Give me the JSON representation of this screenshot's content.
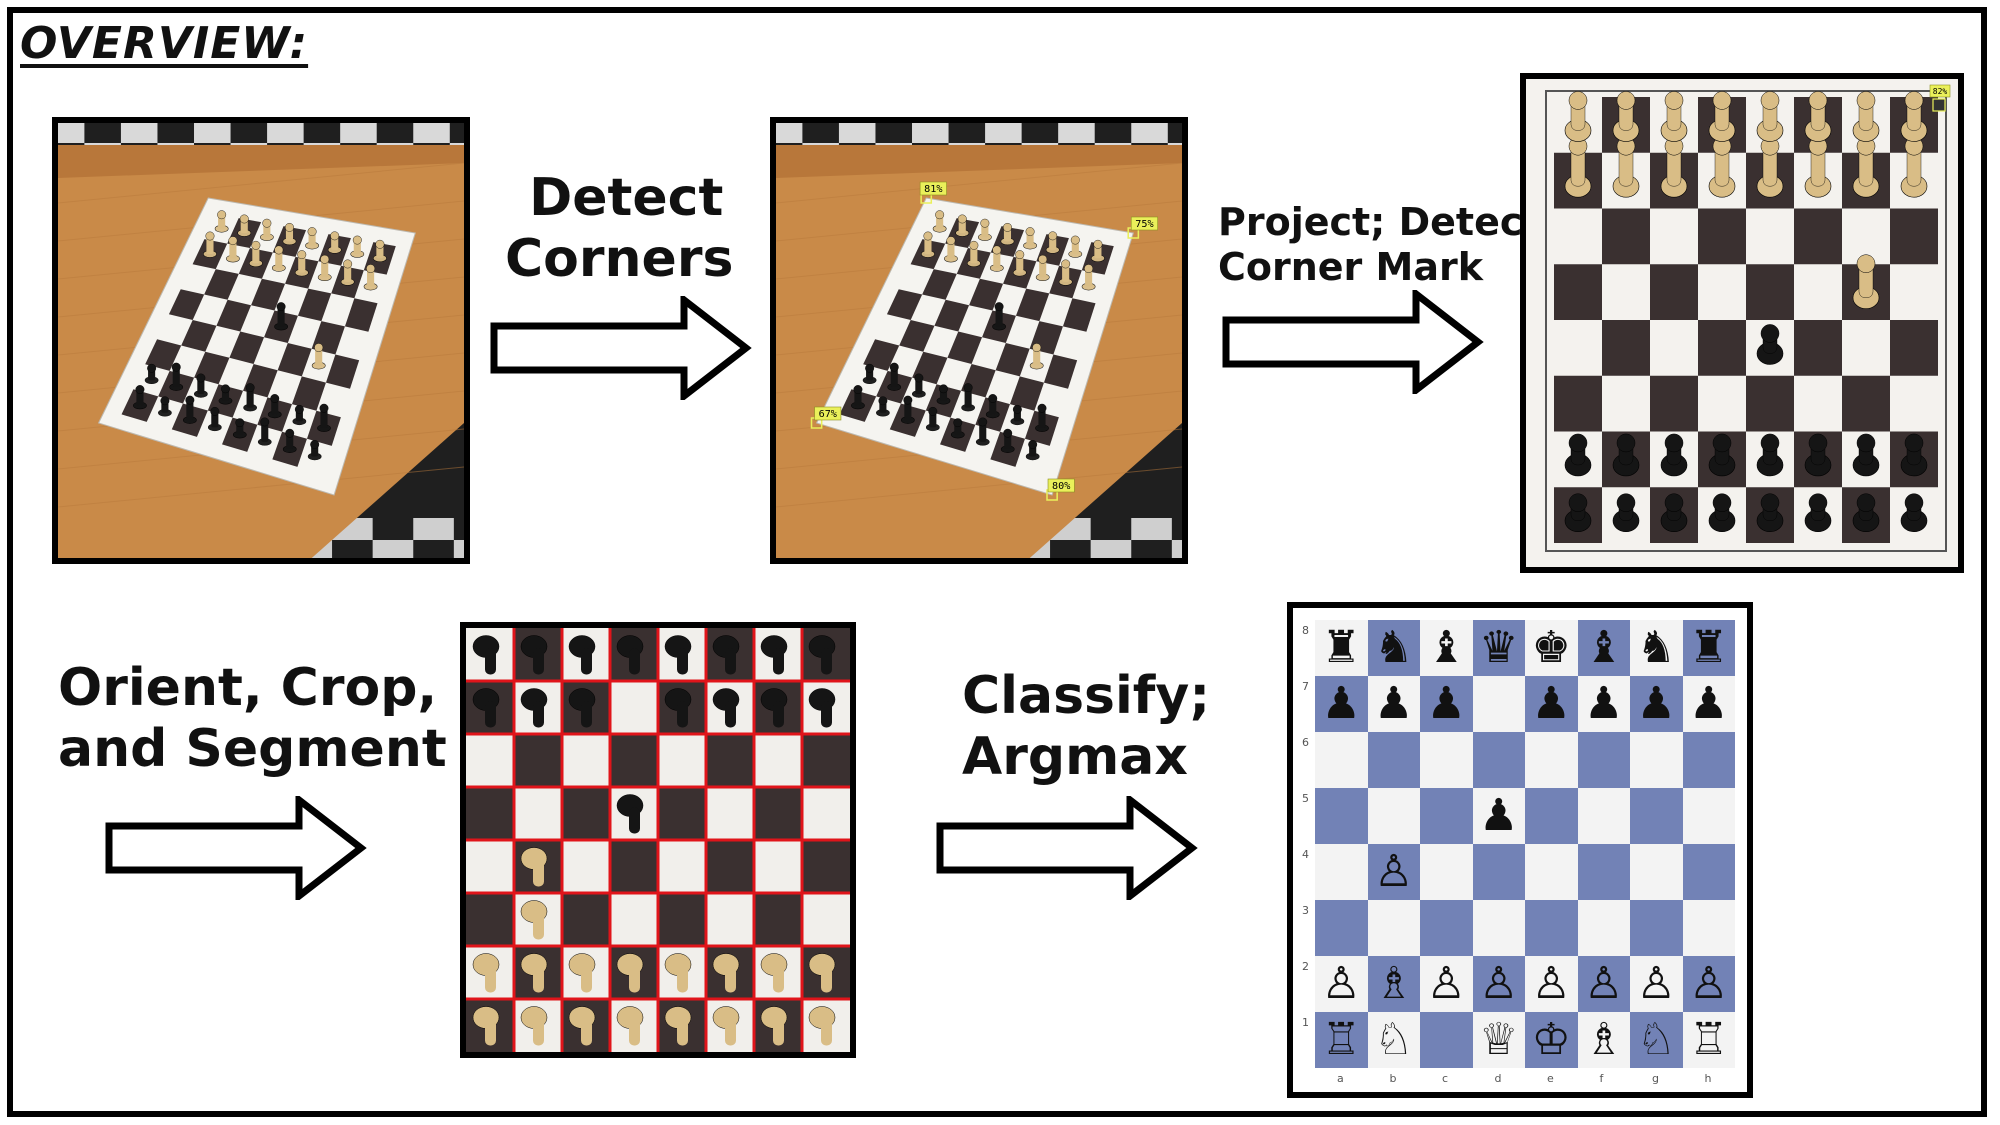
{
  "title": "OVERVIEW:",
  "steps": {
    "detect": [
      "Detect",
      "Corners"
    ],
    "project": [
      "Project; Detect",
      "Corner Mark"
    ],
    "orient": [
      "Orient, Crop,",
      "and Segment"
    ],
    "classify": [
      "Classify;",
      "Argmax"
    ]
  },
  "corner_confidences": [
    "81%",
    "75%",
    "67%",
    "80%"
  ],
  "corner_mark_confidence": "82%",
  "final_board": {
    "rank_labels": [
      "8",
      "7",
      "6",
      "5",
      "4",
      "3",
      "2",
      "1"
    ],
    "file_labels": [
      "a",
      "b",
      "c",
      "d",
      "e",
      "f",
      "g",
      "h"
    ],
    "rows": [
      [
        "♜",
        "♞",
        "♝",
        "♛",
        "♚",
        "♝",
        "♞",
        "♜"
      ],
      [
        "♟",
        "♟",
        "♟",
        "",
        "♟",
        "♟",
        "♟",
        "♟"
      ],
      [
        "",
        "",
        "",
        "",
        "",
        "",
        "",
        ""
      ],
      [
        "",
        "",
        "",
        "♟",
        "",
        "",
        "",
        ""
      ],
      [
        "",
        "♙",
        "",
        "",
        "",
        "",
        "",
        ""
      ],
      [
        "",
        "",
        "",
        "",
        "",
        "",
        "",
        ""
      ],
      [
        "♙",
        "♗",
        "♙",
        "♙",
        "♙",
        "♙",
        "♙",
        "♙"
      ],
      [
        "♖",
        "♘",
        "",
        "♕",
        "♔",
        "♗",
        "♘",
        "♖"
      ]
    ]
  },
  "colors": {
    "table_wood": "#c98a48",
    "floor_dark": "#2a2a2a",
    "board_dark": "#3a3030",
    "board_light": "#f4f2ee",
    "light_piece": "#d9bd86",
    "dark_piece": "#151515",
    "segment_grid": "#e0141a",
    "label_box": "#eaf05a",
    "classified_dark": "#7282b6"
  }
}
